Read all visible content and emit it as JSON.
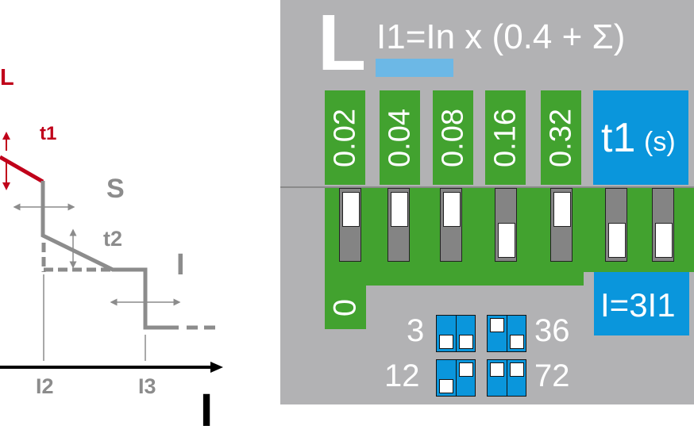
{
  "curve": {
    "zone_l": "L",
    "t1": "t1",
    "zone_s": "S",
    "t2": "t2",
    "zone_i": "I",
    "i2": "I2",
    "i3": "I3",
    "axis_label": "I",
    "colors": {
      "l_curve": "#c0001a",
      "s_i_curve": "#8c8c8c",
      "axis": "#000000"
    }
  },
  "panel": {
    "zone_letter": "L",
    "formula": "I1=In x (0.4 + Σ)",
    "t1_values": [
      "0.02",
      "0.04",
      "0.08",
      "0.16",
      "0.32"
    ],
    "t1_title": "t1",
    "t1_unit": "(s)",
    "zero_label": "0",
    "switch_positions": [
      "up",
      "up",
      "up",
      "down",
      "up",
      "down",
      "down"
    ],
    "i_label": "I=3I1",
    "dip_labels": [
      "3",
      "36",
      "12",
      "72"
    ],
    "colors": {
      "panel": "#b2b2b4",
      "green": "#42a22f",
      "blue": "#0a96dc",
      "light_blue": "#6cb8e6"
    }
  }
}
